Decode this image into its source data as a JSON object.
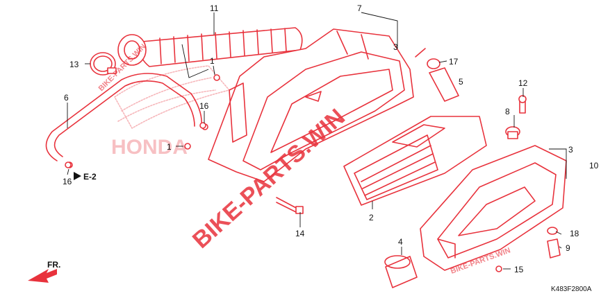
{
  "diagram": {
    "code": "K483F2800A",
    "watermark": "BIKE-PARTS.WIN",
    "brand_watermark": "HONDA",
    "front_label": "FR.",
    "ref_label": "E-2",
    "callouts": [
      "11",
      "7",
      "3",
      "13",
      "1",
      "17",
      "5",
      "6",
      "16",
      "12",
      "8",
      "1",
      "16",
      "3",
      "10",
      "2",
      "14",
      "18",
      "9",
      "4",
      "15"
    ],
    "colors": {
      "parts": "#e8323c",
      "text": "#111111",
      "background": "#ffffff"
    }
  }
}
